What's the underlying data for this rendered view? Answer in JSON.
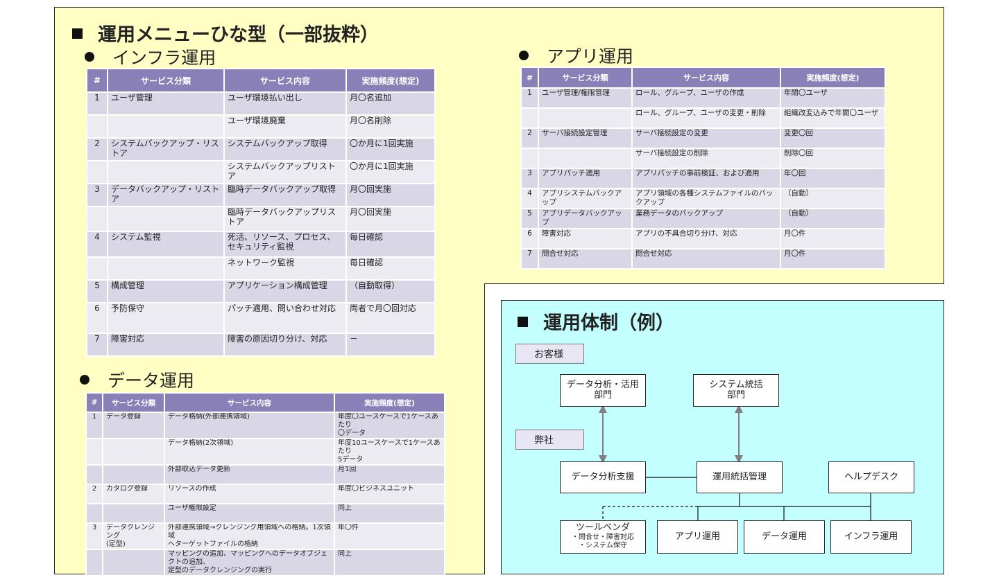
{
  "title": "運用メニューひな型（一部抜粋）",
  "infra": {
    "heading": "インフラ運用",
    "headers": [
      "#",
      "サービス分類",
      "サービス内容",
      "実施頻度(想定)"
    ],
    "rows": [
      [
        "1",
        "ユーザ管理",
        "ユーザ環境払い出し",
        "月〇名追加"
      ],
      [
        "",
        "",
        "ユーザ環境廃棄",
        "月〇名削除"
      ],
      [
        "2",
        "システムバックアップ・リストア",
        "システムバックアップ取得",
        "〇か月に1回実施"
      ],
      [
        "",
        "",
        "システムバックアップリストア",
        "〇か月に1回実施"
      ],
      [
        "3",
        "データバックアップ・リストア",
        "臨時データバックアップ取得",
        "月〇回実施"
      ],
      [
        "",
        "",
        "臨時データバックアップリストア",
        "月〇回実施"
      ],
      [
        "4",
        "システム監視",
        "死活、リソース、プロセス、\nセキュリティ監視",
        "毎日確認"
      ],
      [
        "",
        "",
        "ネットワーク監視",
        "毎日確認"
      ],
      [
        "5",
        "構成管理",
        "アプリケーション構成管理",
        "（自動取得）"
      ],
      [
        "6",
        "予防保守",
        "パッチ適用、問い合わせ対応",
        "両者で月〇回対応"
      ],
      [
        "7",
        "障害対応",
        "障害の原因切り分け、対応",
        "－"
      ]
    ]
  },
  "app": {
    "heading": "アプリ運用",
    "headers": [
      "#",
      "サービス分類",
      "サービス内容",
      "実施頻度(想定)"
    ],
    "rows": [
      [
        "1",
        "ユーザ管理/権限管理",
        "ロール、グループ、ユーザの作成",
        "年間〇ユーザ"
      ],
      [
        "",
        "",
        "ロール、グループ、ユーザの変更・削除",
        "組織改変込みで年間〇ユーザ"
      ],
      [
        "2",
        "サーバ接続設定管理",
        "サーバ接続設定の変更",
        "変更〇回"
      ],
      [
        "",
        "",
        "サーバ接続設定の削除",
        "削除〇回"
      ],
      [
        "3",
        "アプリパッチ適用",
        "アプリパッチの事前検証、および適用",
        "年〇回"
      ],
      [
        "4",
        "アプリシステムバックアップ",
        "アプリ領域の各種システムファイルのバックアップ",
        "（自動）"
      ],
      [
        "5",
        "アプリデータバックアップ",
        "業務データのバックアップ",
        "（自動）"
      ],
      [
        "6",
        "障害対応",
        "アプリの不具合切り分け、対応",
        "月〇件"
      ],
      [
        "7",
        "問合せ対応",
        "問合せ対応",
        "月〇件"
      ]
    ]
  },
  "data_ops": {
    "heading": "データ運用",
    "headers": [
      "#",
      "サービス分類",
      "サービス内容",
      "実施頻度(想定)"
    ],
    "rows": [
      [
        "1",
        "データ登録",
        "データ格納(外部連携領域)",
        "年度〇ユースケースで1ケースあたり\n〇データ"
      ],
      [
        "",
        "",
        "データ格納(2次領域)",
        "年度10ユースケースで1ケースあたり\n5データ"
      ],
      [
        "",
        "",
        "外部取込データ更新",
        "月1回"
      ],
      [
        "2",
        "カタログ登録",
        "リソースの作成",
        "年度〇ビジネスユニット"
      ],
      [
        "",
        "",
        "ユーザ権限設定",
        "同上"
      ],
      [
        "3",
        "データクレンジング\n(定型)",
        "外部連携領域→クレンジング用領域への格納。1次領域\nへターゲットファイルの格納",
        "年〇件"
      ],
      [
        "",
        "",
        "マッピングの追加、マッピングへのデータオブジェクトの追加、\n定型のデータクレンジングの実行",
        "同上"
      ]
    ]
  },
  "org": {
    "title": "運用体制（例）",
    "customer_label": "お客様",
    "company_label": "弊社",
    "boxes": {
      "analysis_dept": "データ分析・活用\n部門",
      "system_dept": "システム統括\n部門",
      "analysis_support": "データ分析支援",
      "ops_mgmt": "運用統括管理",
      "helpdesk": "ヘルプデスク",
      "tool_vendor_title": "ツールベンダ",
      "tool_vendor_note": "・問合せ・障害対応\n・システム保守",
      "app_ops": "アプリ運用",
      "data_ops": "データ運用",
      "infra_ops": "インフラ運用"
    }
  }
}
